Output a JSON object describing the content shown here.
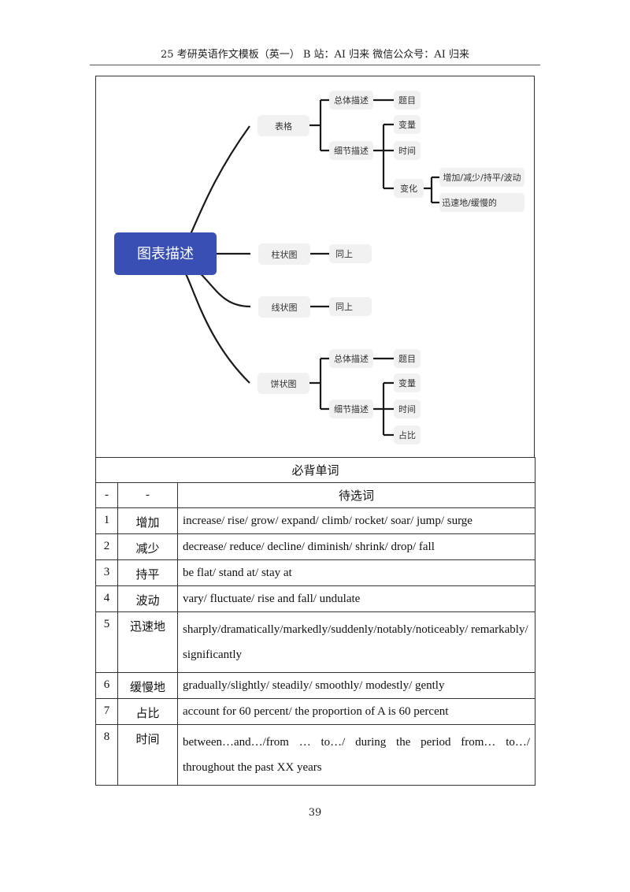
{
  "header": {
    "text": "25 考研英语作文模板（英一） B 站：AI 归来 微信公众号：AI 归来"
  },
  "mindmap": {
    "root": "图表描述",
    "table_branch": {
      "label": "表格",
      "overall": {
        "label": "总体描述",
        "child": "题目"
      },
      "detail": {
        "label": "细节描述",
        "children": [
          "变量",
          "时间"
        ],
        "change": {
          "label": "变化",
          "children": [
            "增加/减少/持平/波动",
            "迅速地/缓慢的"
          ]
        }
      }
    },
    "bar_branch": {
      "label": "柱状图",
      "child": "同上"
    },
    "line_branch": {
      "label": "线状图",
      "child": "同上"
    },
    "pie_branch": {
      "label": "饼状图",
      "overall": {
        "label": "总体描述",
        "child": "题目"
      },
      "detail": {
        "label": "细节描述",
        "children": [
          "变量",
          "时间",
          "占比"
        ]
      }
    }
  },
  "vocab": {
    "title": "必背单词",
    "header": [
      "-",
      "-",
      "待选词"
    ],
    "rows": [
      {
        "num": "1",
        "cn": "增加",
        "words": "increase/ rise/ grow/ expand/ climb/ rocket/ soar/ jump/ surge"
      },
      {
        "num": "2",
        "cn": "减少",
        "words": "decrease/ reduce/ decline/ diminish/ shrink/ drop/ fall"
      },
      {
        "num": "3",
        "cn": "持平",
        "words": "be flat/ stand at/ stay at"
      },
      {
        "num": "4",
        "cn": "波动",
        "words": "vary/ fluctuate/ rise and fall/ undulate"
      },
      {
        "num": "5",
        "cn": "迅速地",
        "words": "sharply/dramatically/markedly/suddenly/notably/noticeably/ remarkably/ significantly"
      },
      {
        "num": "6",
        "cn": "缓慢地",
        "words": "gradually/slightly/ steadily/ smoothly/ modestly/ gently"
      },
      {
        "num": "7",
        "cn": "占比",
        "words": "account for 60 percent/ the proportion of A is 60 percent"
      },
      {
        "num": "8",
        "cn": "时间",
        "words": "between…and…/from … to…/ during the period from… to…/ throughout the past XX years"
      }
    ]
  },
  "page_number": "39"
}
